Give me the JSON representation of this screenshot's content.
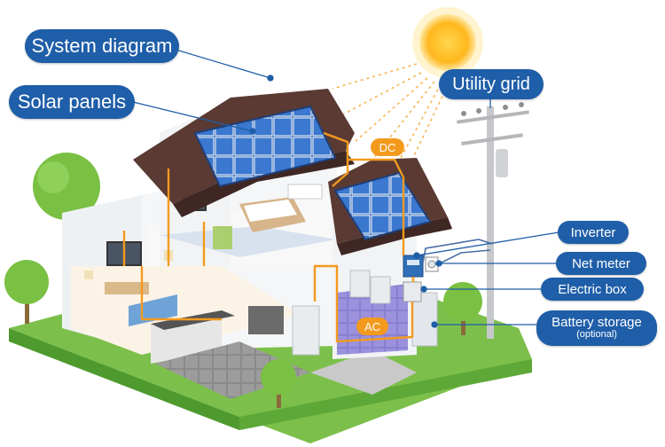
{
  "labels": {
    "system_diagram": "System diagram",
    "solar_panels": "Solar panels",
    "utility_grid": "Utility grid",
    "dc": "DC",
    "ac": "AC",
    "inverter": "Inverter",
    "net_meter": "Net meter",
    "electric_box": "Electric box",
    "battery_storage": "Battery storage",
    "battery_optional": "(optional)"
  },
  "colors": {
    "label_blue": "#1f5ea8",
    "wire_orange": "#f39a1e",
    "grass_green": "#7cc04b",
    "roof_brown": "#5a3a33",
    "panel_blue": "#2a5fb0",
    "sun_yellow": "#ffc02a"
  }
}
